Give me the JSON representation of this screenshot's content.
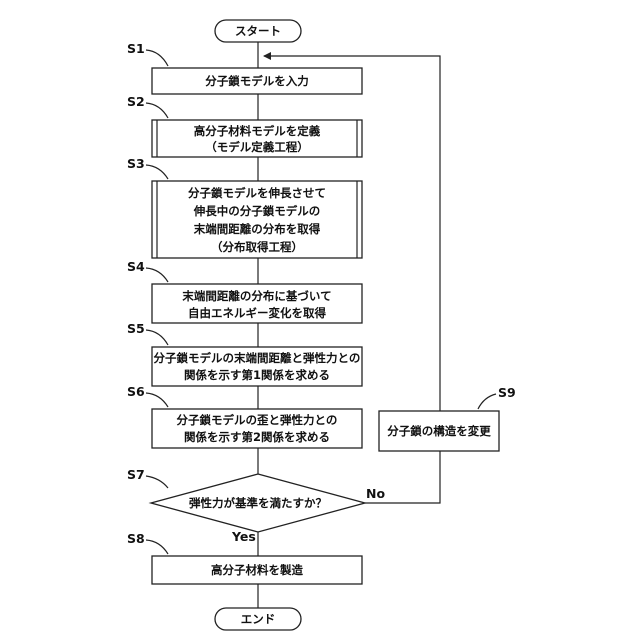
{
  "terminals": {
    "start": "スタート",
    "end": "エンド"
  },
  "steps": {
    "s1": {
      "label": "S1",
      "lines": [
        "分子鎖モデルを入力"
      ]
    },
    "s2": {
      "label": "S2",
      "lines": [
        "高分子材料モデルを定義",
        "（モデル定義工程）"
      ]
    },
    "s3": {
      "label": "S3",
      "lines": [
        "分子鎖モデルを伸長させて",
        "伸長中の分子鎖モデルの",
        "末端間距離の分布を取得",
        "（分布取得工程）"
      ]
    },
    "s4": {
      "label": "S4",
      "lines": [
        "末端間距離の分布に基づいて",
        "自由エネルギー変化を取得"
      ]
    },
    "s5": {
      "label": "S5",
      "lines": [
        "分子鎖モデルの末端間距離と弾性力との",
        "関係を示す第1関係を求める"
      ]
    },
    "s6": {
      "label": "S6",
      "lines": [
        "分子鎖モデルの歪と弾性力との",
        "関係を示す第2関係を求める"
      ]
    },
    "s7": {
      "label": "S7",
      "lines": [
        "弾性力が基準を満たすか？"
      ]
    },
    "s8": {
      "label": "S8",
      "lines": [
        "高分子材料を製造"
      ]
    },
    "s9": {
      "label": "S9",
      "lines": [
        "分子鎖の構造を変更"
      ]
    }
  },
  "branches": {
    "yes": "Yes",
    "no": "No"
  }
}
